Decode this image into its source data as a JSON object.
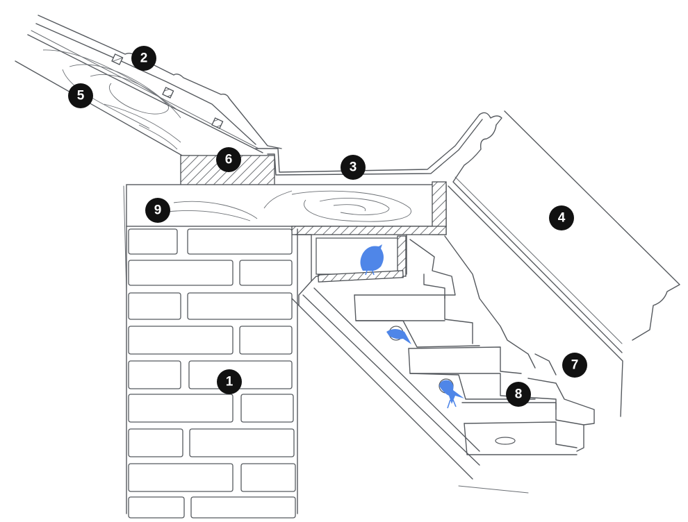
{
  "diagram": {
    "callouts": [
      {
        "id": "1",
        "label": "1"
      },
      {
        "id": "2",
        "label": "2"
      },
      {
        "id": "3",
        "label": "3"
      },
      {
        "id": "4",
        "label": "4"
      },
      {
        "id": "5",
        "label": "5"
      },
      {
        "id": "6",
        "label": "6"
      },
      {
        "id": "7",
        "label": "7"
      },
      {
        "id": "8",
        "label": "8"
      },
      {
        "id": "9",
        "label": "9"
      }
    ],
    "colors": {
      "line": "#55595e",
      "callout_fill": "#111111",
      "callout_text": "#ffffff",
      "bird": "#4f86e8",
      "background": "#ffffff"
    },
    "icons": [
      "bird-icon",
      "brick-wall",
      "hatched-timber",
      "wood-grain"
    ]
  }
}
